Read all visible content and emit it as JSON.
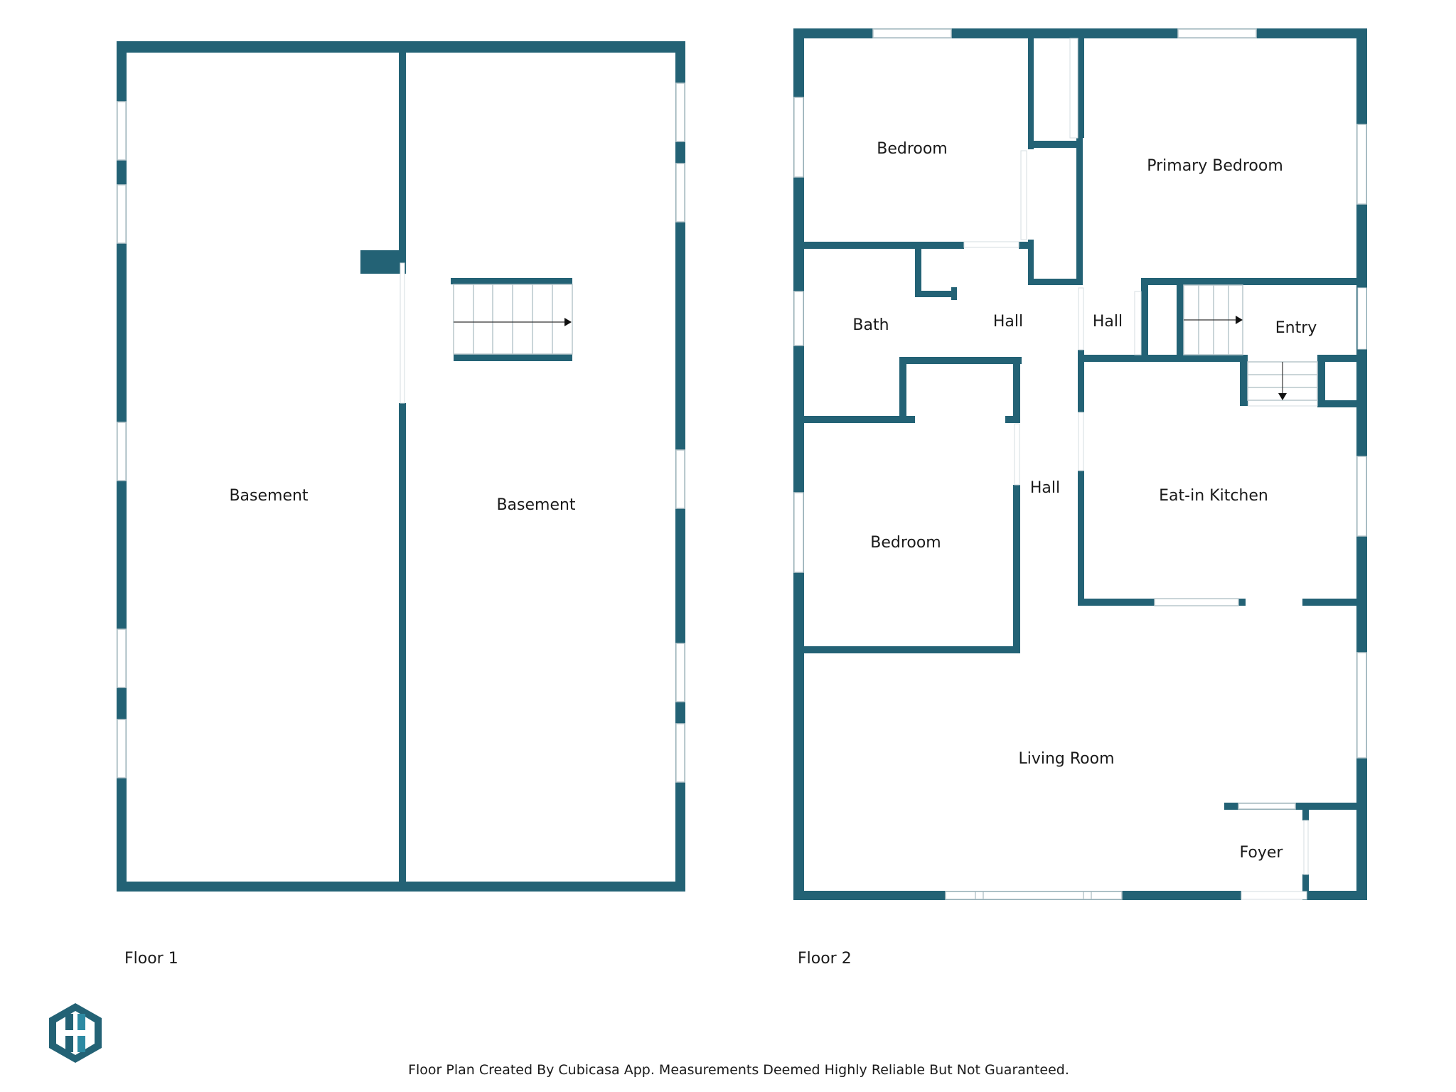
{
  "colors": {
    "wall": "#236275",
    "window_frame": "#b9c7cc",
    "background": "#ffffff",
    "text": "#1a1a1a"
  },
  "floor1": {
    "label": "Floor 1",
    "rooms": {
      "basement_left": "Basement",
      "basement_right": "Basement"
    }
  },
  "floor2": {
    "label": "Floor 2",
    "rooms": {
      "bedroom_top": "Bedroom",
      "primary_bedroom": "Primary Bedroom",
      "bath": "Bath",
      "hall_top": "Hall",
      "hall_mid": "Hall",
      "entry": "Entry",
      "bedroom_bottom": "Bedroom",
      "hall_lower": "Hall",
      "kitchen": "Eat-in Kitchen",
      "living_room": "Living Room",
      "foyer": "Foyer"
    }
  },
  "logo_icon": "cubicasa-logo-icon",
  "footer": {
    "text": "Floor Plan Created By Cubicasa App. Measurements Deemed Highly Reliable But Not Guaranteed."
  }
}
